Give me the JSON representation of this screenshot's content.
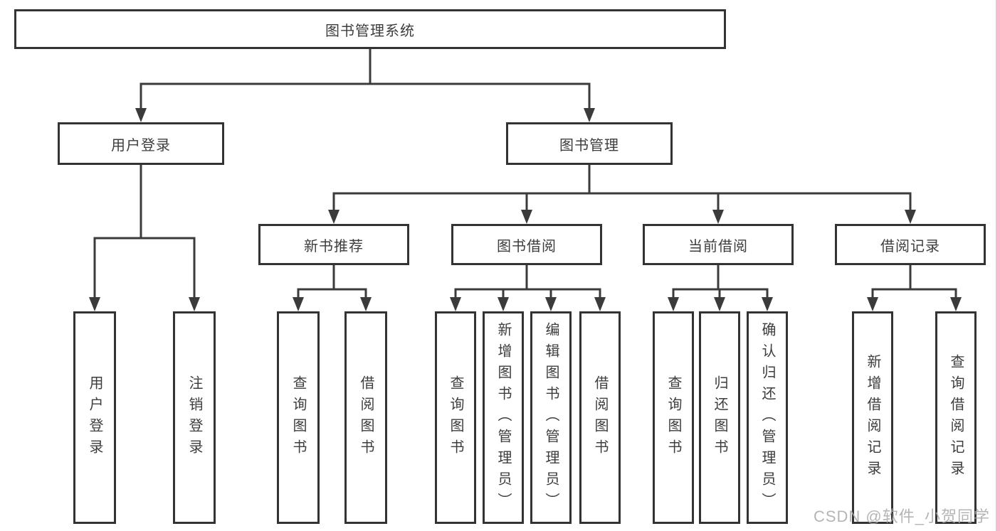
{
  "nodes": {
    "root": "图书管理系统",
    "user_login": "用户登录",
    "book_mgmt": "图书管理",
    "new_book_rec": "新书推荐",
    "book_borrow": "图书借阅",
    "current_borrow": "当前借阅",
    "borrow_records": "借阅记录",
    "leaf_user_login": "用户登录",
    "leaf_logout": "注销登录",
    "rec_query_book": "查询图书",
    "rec_borrow_book": "借阅图书",
    "bb_query_book": "查询图书",
    "bb_add_book": "新增图书（管理员）",
    "bb_edit_book": "编辑图书（管理员）",
    "bb_borrow_book": "借阅图书",
    "cb_query_book": "查询图书",
    "cb_return_book": "归还图书",
    "cb_confirm_return": "确认归还（管理员）",
    "br_add_record": "新增借阅记录",
    "br_query_record": "查询借阅记录"
  },
  "watermark": "CSDN @软件_小贺同学",
  "colors": {
    "line": "#3b3b3b",
    "box_border": "#333333",
    "text": "#3d3d3d",
    "watermark": "#a8a8a8",
    "right_edge_strip": "#f5bcd0"
  }
}
